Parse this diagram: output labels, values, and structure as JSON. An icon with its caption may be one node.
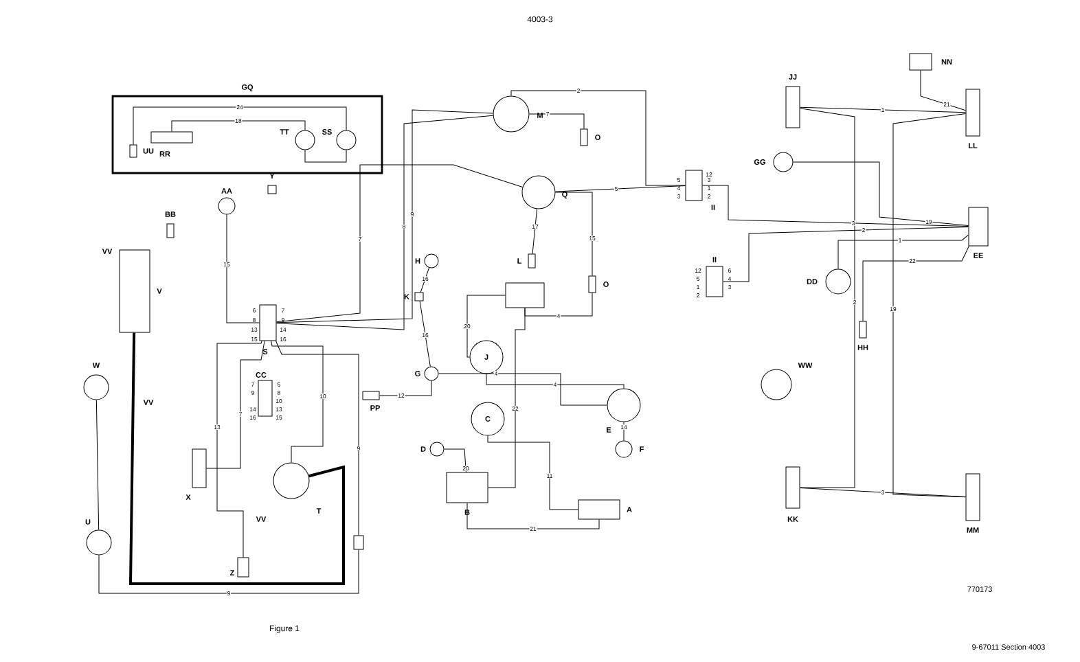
{
  "diagram": {
    "title": "4003-3",
    "caption": "Figure 1",
    "nodes": [
      {
        "text": [],
        "shape": "box",
        "beside": [
          "GQ"
        ]
      },
      {
        "text": [],
        "shape": "box",
        "beside": [
          "RR"
        ],
        "in": 0
      },
      {
        "text": [],
        "shape": "box",
        "beside": [
          "UU"
        ],
        "in": 0
      },
      {
        "text": [],
        "shape": "circle",
        "beside": [
          "TT"
        ],
        "in": 0
      },
      {
        "text": [],
        "shape": "circle",
        "beside": [
          "SS"
        ],
        "in": 0
      },
      {
        "text": [],
        "shape": "circle",
        "beside": [
          "AA"
        ]
      },
      {
        "text": [],
        "shape": "box",
        "beside": [
          "Y"
        ]
      },
      {
        "text": [],
        "shape": "box",
        "beside": [
          "BB"
        ]
      },
      {
        "text": [],
        "shape": "box",
        "beside": [
          "V"
        ]
      },
      {
        "text": [],
        "shape": "circle",
        "beside": [
          "W"
        ]
      },
      {
        "text": [],
        "shape": "circle",
        "beside": [
          "U"
        ]
      },
      {
        "text": [],
        "shape": "box",
        "beside": [
          "X"
        ]
      },
      {
        "text": [],
        "shape": "circle",
        "beside": [
          "T"
        ]
      },
      {
        "text": [],
        "shape": "box",
        "beside": [
          "Z"
        ]
      },
      {
        "text": [],
        "shape": "box"
      },
      {
        "text": [],
        "shape": "box",
        "beside": [
          "S",
          "6",
          "7",
          "8",
          "9",
          "13",
          "14",
          "15",
          "16"
        ]
      },
      {
        "text": [],
        "shape": "box",
        "beside": [
          "CC",
          "7",
          "5",
          "9",
          "8",
          "10",
          "14",
          "13",
          "16",
          "15"
        ]
      },
      {
        "text": [],
        "shape": "box",
        "beside": [
          "PP"
        ]
      },
      {
        "text": [],
        "shape": "circle",
        "beside": [
          "H"
        ]
      },
      {
        "text": [],
        "shape": "box",
        "beside": [
          "K"
        ]
      },
      {
        "text": [],
        "shape": "circle",
        "beside": [
          "G"
        ]
      },
      {
        "text": [
          "J"
        ]
      },
      {
        "text": [
          "C"
        ]
      },
      {
        "text": [],
        "shape": "circle",
        "beside": [
          "D"
        ]
      },
      {
        "text": [],
        "shape": "box",
        "beside": [
          "B"
        ]
      },
      {
        "text": [],
        "shape": "box",
        "beside": [
          "A"
        ]
      },
      {
        "text": [],
        "shape": "circle",
        "beside": [
          "E"
        ]
      },
      {
        "text": [],
        "shape": "circle",
        "beside": [
          "F"
        ]
      },
      {
        "text": [],
        "shape": "box",
        "beside": [
          "L"
        ]
      },
      {
        "text": [],
        "shape": "box"
      },
      {
        "text": [],
        "shape": "box",
        "beside": [
          "O"
        ]
      },
      {
        "text": [],
        "shape": "circle",
        "beside": [
          "Q"
        ]
      },
      {
        "text": [],
        "shape": "circle",
        "beside": [
          "M"
        ]
      },
      {
        "text": [],
        "shape": "box",
        "beside": [
          "O"
        ]
      },
      {
        "text": [],
        "shape": "box",
        "beside": [
          "II",
          "12",
          "5",
          "3",
          "4",
          "1",
          "3",
          "2"
        ]
      },
      {
        "text": [],
        "shape": "box",
        "beside": [
          "II",
          "12",
          "6",
          "5",
          "4",
          "1",
          "3",
          "2"
        ]
      },
      {
        "text": [],
        "shape": "box",
        "beside": [
          "JJ"
        ]
      },
      {
        "text": [],
        "shape": "box",
        "beside": [
          "NN"
        ]
      },
      {
        "text": [],
        "shape": "box",
        "beside": [
          "LL"
        ]
      },
      {
        "text": [],
        "shape": "circle",
        "beside": [
          "GG"
        ]
      },
      {
        "text": [],
        "shape": "box",
        "beside": [
          "EE"
        ]
      },
      {
        "text": [],
        "shape": "circle",
        "beside": [
          "DD"
        ]
      },
      {
        "text": [],
        "shape": "box",
        "beside": [
          "HH"
        ]
      },
      {
        "text": [],
        "shape": "circle",
        "beside": [
          "WW"
        ]
      },
      {
        "text": [],
        "shape": "box",
        "beside": [
          "KK"
        ]
      },
      {
        "text": [],
        "shape": "box",
        "beside": [
          "MM"
        ]
      }
    ],
    "edges": [
      {
        "from": 1,
        "to": 3,
        "arrow": "none",
        "label": "18"
      },
      {
        "from": 2,
        "to": 4,
        "arrow": "none",
        "label": "24"
      },
      {
        "from": 3,
        "to": 4,
        "arrow": "none"
      },
      {
        "from": 32,
        "to": 33,
        "arrow": "none",
        "label": "7"
      },
      {
        "from": 32,
        "to": 34,
        "arrow": "none",
        "label": "2"
      },
      {
        "from": 32,
        "to": 15,
        "arrow": "none",
        "label": "9"
      },
      {
        "from": 32,
        "to": 15,
        "arrow": "none",
        "label": "8"
      },
      {
        "from": 31,
        "to": 15,
        "arrow": "none",
        "label": "7"
      },
      {
        "from": 31,
        "to": 34,
        "arrow": "none",
        "label": "5"
      },
      {
        "from": 31,
        "to": 28,
        "arrow": "none",
        "label": "17"
      },
      {
        "from": 31,
        "to": 30,
        "arrow": "none",
        "label": "15"
      },
      {
        "from": 18,
        "to": 19,
        "arrow": "none",
        "label": "16"
      },
      {
        "from": 19,
        "to": 20,
        "arrow": "none",
        "label": "16"
      },
      {
        "from": 21,
        "to": 29,
        "arrow": "none",
        "label": "20"
      },
      {
        "from": 21,
        "to": 26,
        "arrow": "none",
        "label": "4"
      },
      {
        "from": 20,
        "to": 26,
        "arrow": "none",
        "label": "4"
      },
      {
        "from": 20,
        "to": 17,
        "arrow": "none",
        "label": "12"
      },
      {
        "from": 22,
        "to": 25,
        "arrow": "none",
        "label": "11"
      },
      {
        "from": 23,
        "to": 24,
        "arrow": "none",
        "label": "20"
      },
      {
        "from": 24,
        "to": 29,
        "arrow": "none",
        "label": "22"
      },
      {
        "from": 24,
        "to": 25,
        "arrow": "none",
        "label": "21"
      },
      {
        "from": 26,
        "to": 27,
        "arrow": "none",
        "label": "14"
      },
      {
        "from": 5,
        "to": 15,
        "arrow": "none",
        "label": "15"
      },
      {
        "from": 8,
        "to": 12,
        "arrow": "none",
        "style": "thick"
      },
      {
        "from": 9,
        "to": 10,
        "arrow": "none"
      },
      {
        "from": 10,
        "to": 14,
        "arrow": "none",
        "label": "9"
      },
      {
        "from": 11,
        "to": 15,
        "arrow": "none",
        "label": "7"
      },
      {
        "from": 12,
        "to": 15,
        "arrow": "none",
        "label": "10"
      },
      {
        "from": 13,
        "to": 15,
        "arrow": "none",
        "label": "13"
      },
      {
        "from": 14,
        "to": 15,
        "arrow": "none",
        "label": "9"
      },
      {
        "from": 34,
        "to": 40,
        "arrow": "none",
        "label": "3"
      },
      {
        "from": 35,
        "to": 40,
        "arrow": "none",
        "label": "2"
      },
      {
        "from": 39,
        "to": 40,
        "arrow": "none",
        "label": "19"
      },
      {
        "from": 41,
        "to": 40,
        "arrow": "none",
        "label": "1"
      },
      {
        "from": 42,
        "to": 40,
        "arrow": "none",
        "label": "22"
      },
      {
        "from": 36,
        "to": 38,
        "arrow": "none",
        "label": "1"
      },
      {
        "from": 37,
        "to": 38,
        "arrow": "none",
        "label": "21"
      },
      {
        "from": 36,
        "to": 44,
        "arrow": "none",
        "label": "2"
      },
      {
        "from": 38,
        "to": 45,
        "arrow": "none",
        "label": "19"
      },
      {
        "from": 44,
        "to": 45,
        "arrow": "none",
        "label": "3"
      },
      {
        "from": 30,
        "to": 29,
        "arrow": "none",
        "label": "4"
      }
    ],
    "labels": [
      "VV",
      "VV",
      "VV",
      "770173",
      "9-67011 Section 4003"
    ]
  }
}
